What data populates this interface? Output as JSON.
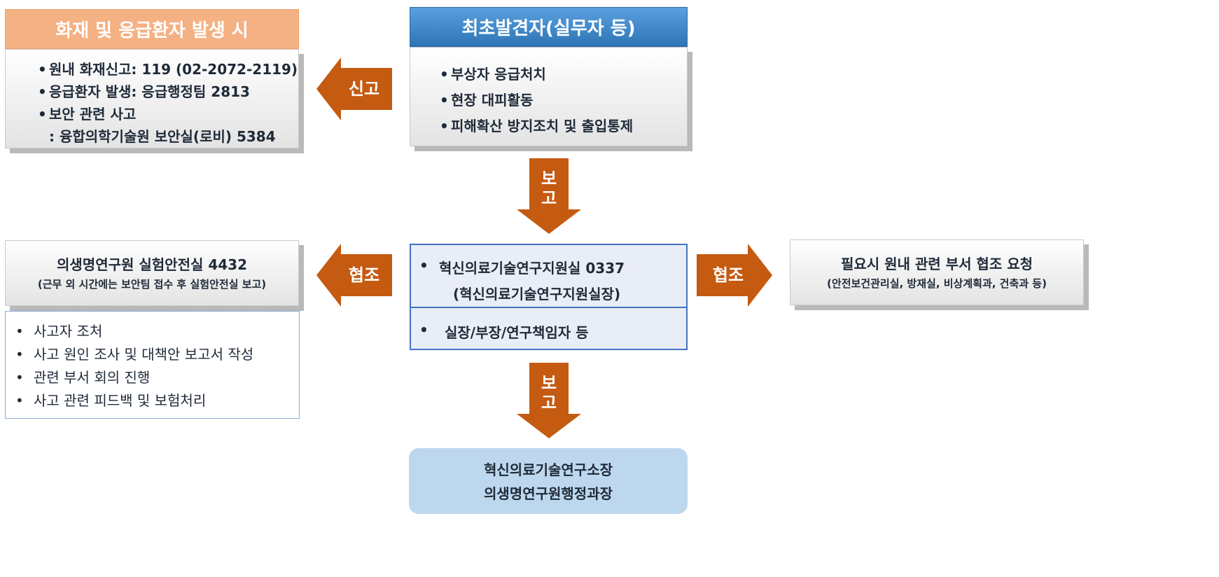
{
  "fire": {
    "title": "화재 및 응급환자 발생 시",
    "items": [
      "원내 화재신고: 119 (02-2072-2119)",
      "응급환자 발생: 응급행정팀  2813",
      "보안 관련 사고"
    ],
    "continuation": ": 융합의학기술원 보안실(로비) 5384"
  },
  "first": {
    "title": "최초발견자(실무자 등)",
    "items": [
      "부상자 응급처치",
      "현장 대피활동",
      "피해확산 방지조치 및 출입통제"
    ]
  },
  "lab": {
    "title": "의생명연구원 실험안전실 4432",
    "subtitle": "(근무 외 시간에는 보안팀 접수 후 실험안전실 보고)",
    "items": [
      "사고자 조처",
      "사고 원인 조사 및 대책안 보고서 작성",
      "관련 부서 회의 진행",
      "사고 관련 피드백 및 보험처리"
    ]
  },
  "center": {
    "line1": "혁신의료기술연구지원실  0337",
    "line2": "(혁신의료기술연구지원실장)",
    "line3": "실장/부장/연구책임자 등"
  },
  "request": {
    "title": "필요시 원내 관련 부서 협조 요청",
    "subtitle": "(안전보건관리실, 방재실, 비상계획과, 건축과 등)"
  },
  "director": {
    "line1": "혁신의료기술연구소장",
    "line2": "의생명연구원행정과장"
  },
  "arrows": {
    "report_call": "신고",
    "cooperate": "협조",
    "report_1": "보",
    "report_2": "고"
  },
  "colors": {
    "arrow": "#c55a11",
    "fire_header": "#f4b183",
    "first_header": "#2e75b6",
    "director_bg": "#bdd7ee",
    "center_border": "#4472c4"
  }
}
